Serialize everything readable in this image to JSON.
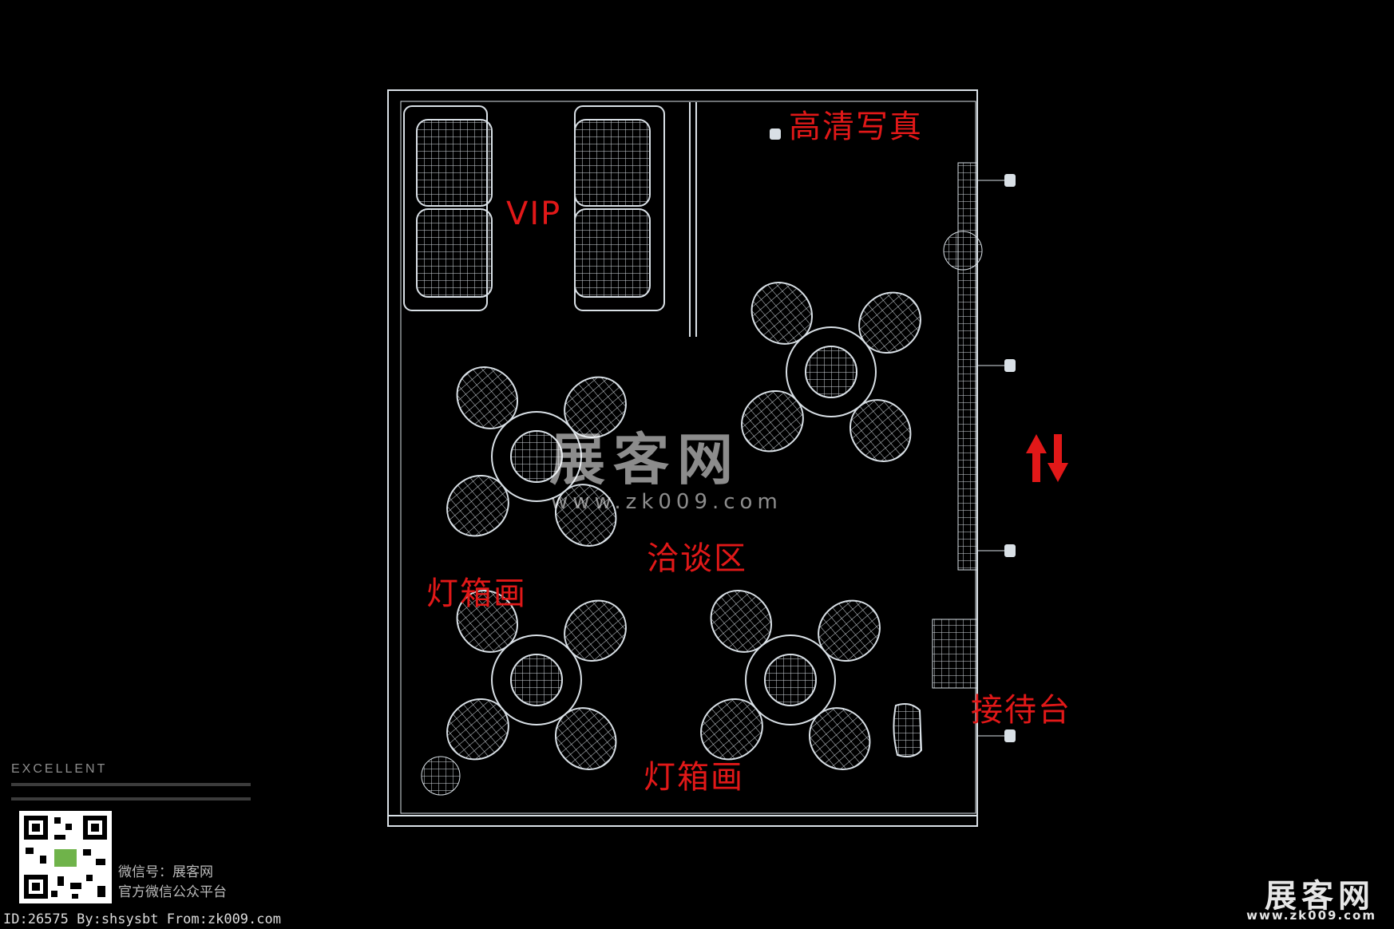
{
  "labels": {
    "vip": "VIP",
    "hd_photo": "高清写真",
    "negotiation_area": "洽谈区",
    "lightbox_left": "灯箱画",
    "lightbox_bottom": "灯箱画",
    "reception": "接待台"
  },
  "watermark": {
    "name": "展客网",
    "url": "www.zk009.com"
  },
  "branding": {
    "title": "EXCELLENT",
    "wechat_id": "微信号：展客网",
    "wechat_desc": "官方微信公众平台"
  },
  "meta": "ID:26575 By:shsysbt From:zk009.com",
  "corner_logo": {
    "name": "展客网",
    "url": "www.zk009.com"
  },
  "colors": {
    "background": "#000000",
    "linework": "#d9e0e6",
    "label": "#e11818"
  }
}
